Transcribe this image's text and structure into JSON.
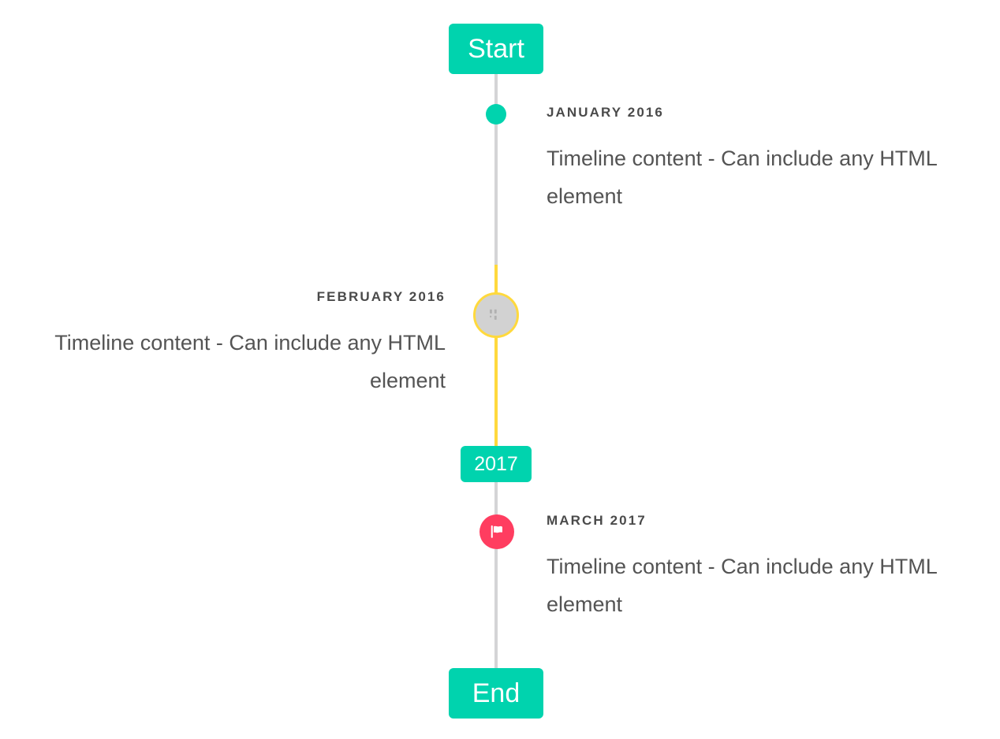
{
  "timeline": {
    "accent_color": "#00d3ae",
    "line_color": "#d4d4d6",
    "highlight_line_color": "#ffd93d",
    "flag_color": "#ff3d60",
    "placeholder_color": "#d2d2d2",
    "background": "#ffffff",
    "badges": [
      {
        "id": "start",
        "label": "Start",
        "size": "large"
      },
      {
        "id": "mid",
        "label": "2017",
        "size": "small"
      },
      {
        "id": "end",
        "label": "End",
        "size": "large"
      }
    ],
    "events": [
      {
        "id": "january-2016",
        "date": "JANUARY 2016",
        "body": "Timeline content - Can include any HTML element",
        "side": "right",
        "marker": "dot-icon"
      },
      {
        "id": "february-2016",
        "date": "FEBRUARY 2016",
        "body": "Timeline content - Can include any HTML element",
        "side": "left",
        "marker": "broken-image-icon"
      },
      {
        "id": "march-2017",
        "date": "MARCH 2017",
        "body": "Timeline content - Can include any HTML element",
        "side": "right",
        "marker": "flag-icon"
      }
    ]
  }
}
